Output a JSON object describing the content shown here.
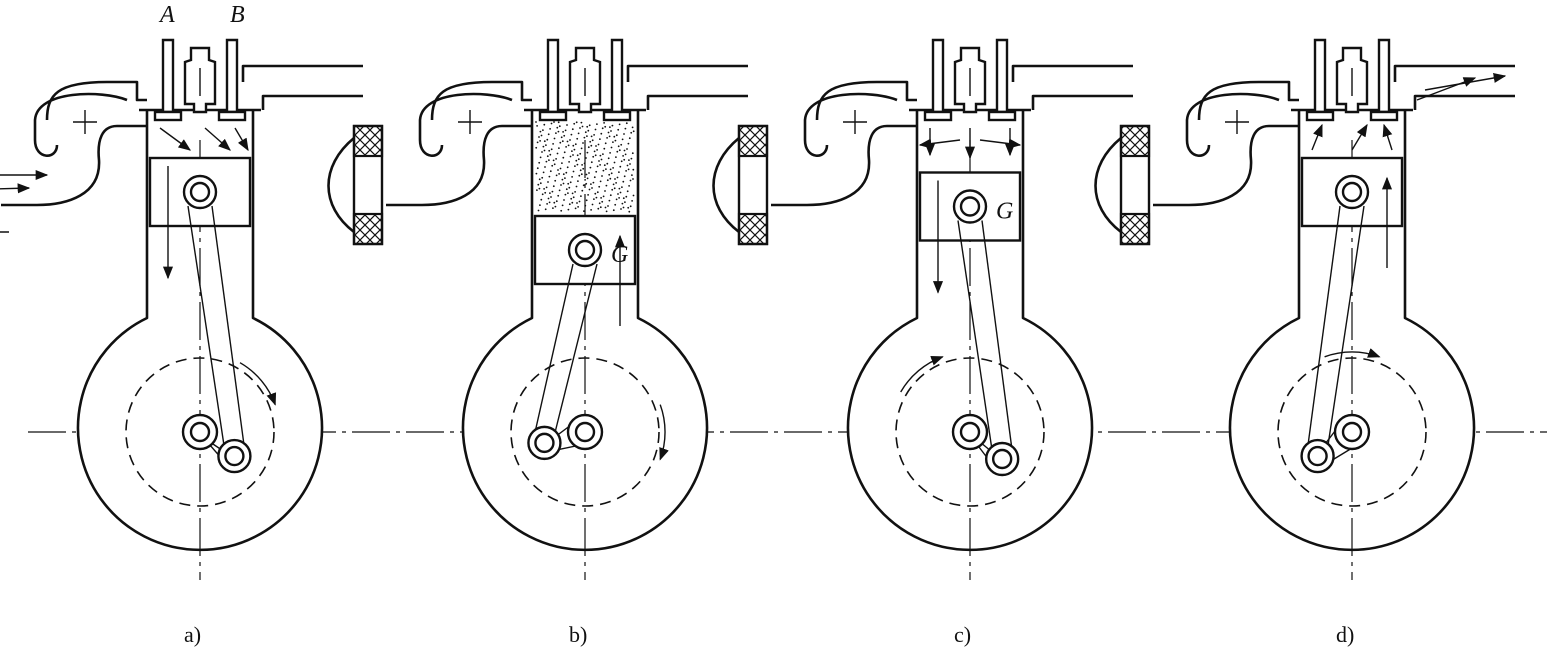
{
  "figure": {
    "valve_label_a": "A",
    "valve_label_b": "B",
    "point_label": "G",
    "panels": [
      {
        "id": "a",
        "caption": "a)",
        "stroke": "intake",
        "piston_pos": 0.0,
        "crank_angle_deg": -35,
        "show_g": false,
        "fill": "none"
      },
      {
        "id": "b",
        "caption": "b)",
        "stroke": "compression",
        "piston_pos": 1.0,
        "crank_angle_deg": 195,
        "show_g": true,
        "fill": "dots"
      },
      {
        "id": "c",
        "caption": "c)",
        "stroke": "power",
        "piston_pos": 0.25,
        "crank_angle_deg": -40,
        "show_g": true,
        "fill": "none"
      },
      {
        "id": "d",
        "caption": "d)",
        "stroke": "exhaust",
        "piston_pos": 0.0,
        "crank_angle_deg": 215,
        "show_g": false,
        "fill": "none"
      }
    ]
  },
  "colors": {
    "ink": "#111111",
    "paper": "#ffffff"
  }
}
